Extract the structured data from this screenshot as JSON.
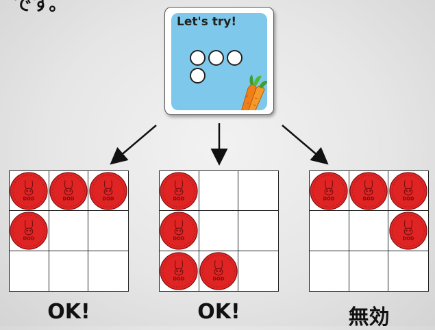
{
  "intro_fragment": "です。",
  "card": {
    "title": "Let's try!",
    "pattern": "three-in-row-plus-one-below",
    "icon": "carrot-icon"
  },
  "chip": {
    "marking": "DOD",
    "icon": "rabbit-icon",
    "color": "#e02424"
  },
  "grids": [
    {
      "label": "OK!",
      "cells": [
        1,
        1,
        1,
        1,
        0,
        0,
        0,
        0,
        0
      ]
    },
    {
      "label": "OK!",
      "cells": [
        1,
        0,
        0,
        1,
        0,
        0,
        1,
        1,
        0
      ]
    },
    {
      "label": "無効",
      "cells": [
        1,
        1,
        1,
        0,
        0,
        1,
        0,
        0,
        0
      ]
    }
  ]
}
